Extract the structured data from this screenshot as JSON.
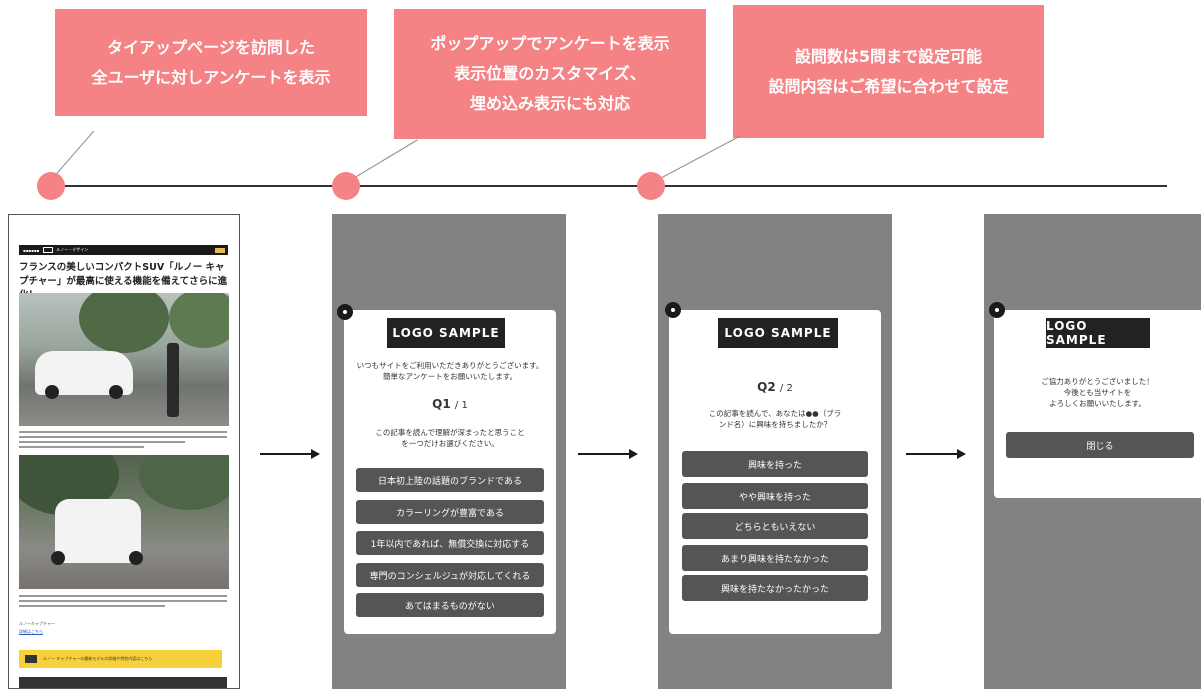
{
  "callouts": [
    {
      "lines": [
        "タイアップページを訪問した",
        "全ユーザに対しアンケートを表示"
      ]
    },
    {
      "lines": [
        "ポップアップでアンケートを表示",
        "表示位置のカスタマイズ、",
        "埋め込み表示にも対応"
      ]
    },
    {
      "lines": [
        "設問数は5問まで設定可能",
        "設問内容はご希望に合わせて設定"
      ]
    }
  ],
  "article": {
    "title": "フランスの美しいコンパクトSUV「ルノー キャプチャー」が最高に使える機能を備えてさらに進化！",
    "header_nav": "ルノー・デザイン",
    "footer_label": "ルノーキャプチャー",
    "footer_link": "詳細はこちら",
    "banner_text": "ルノー キャプチャーの最新モデルの詳細や特別内容はこちら"
  },
  "panel1": {
    "logo": "LOGO SAMPLE",
    "intro_lines": [
      "いつもサイトをご利用いただきありがとうございます。",
      "簡単なアンケートをお願いいたします。"
    ],
    "q_label": "Q1",
    "q_total": "/ 1",
    "question_lines": [
      "この記事を読んで理解が深まったと思うこと",
      "を一つだけお選びください。"
    ],
    "options": [
      "日本初上陸の話題のブランドである",
      "カラーリングが豊富である",
      "1年以内であれば、無償交換に対応する",
      "専門のコンシェルジュが対応してくれる",
      "あてはまるものがない"
    ]
  },
  "panel2": {
    "logo": "LOGO SAMPLE",
    "q_label": "Q2",
    "q_total": "/ 2",
    "question_lines": [
      "この記事を読んで、あなたは●●（ブラ",
      "ンド名）に興味を持ちましたか？"
    ],
    "options": [
      "興味を持った",
      "やや興味を持った",
      "どちらともいえない",
      "あまり興味を持たなかった",
      "興味を持たなかったかった"
    ]
  },
  "panel3": {
    "logo": "LOGO SAMPLE",
    "thanks_lines": [
      "ご協力ありがとうございました！",
      "今後とも当サイトを",
      "よろしくお願いいたします。"
    ],
    "close_label": "閉じる"
  },
  "colors": {
    "accent": "#f58386",
    "panel_bg": "#828282",
    "button": "#555555"
  }
}
